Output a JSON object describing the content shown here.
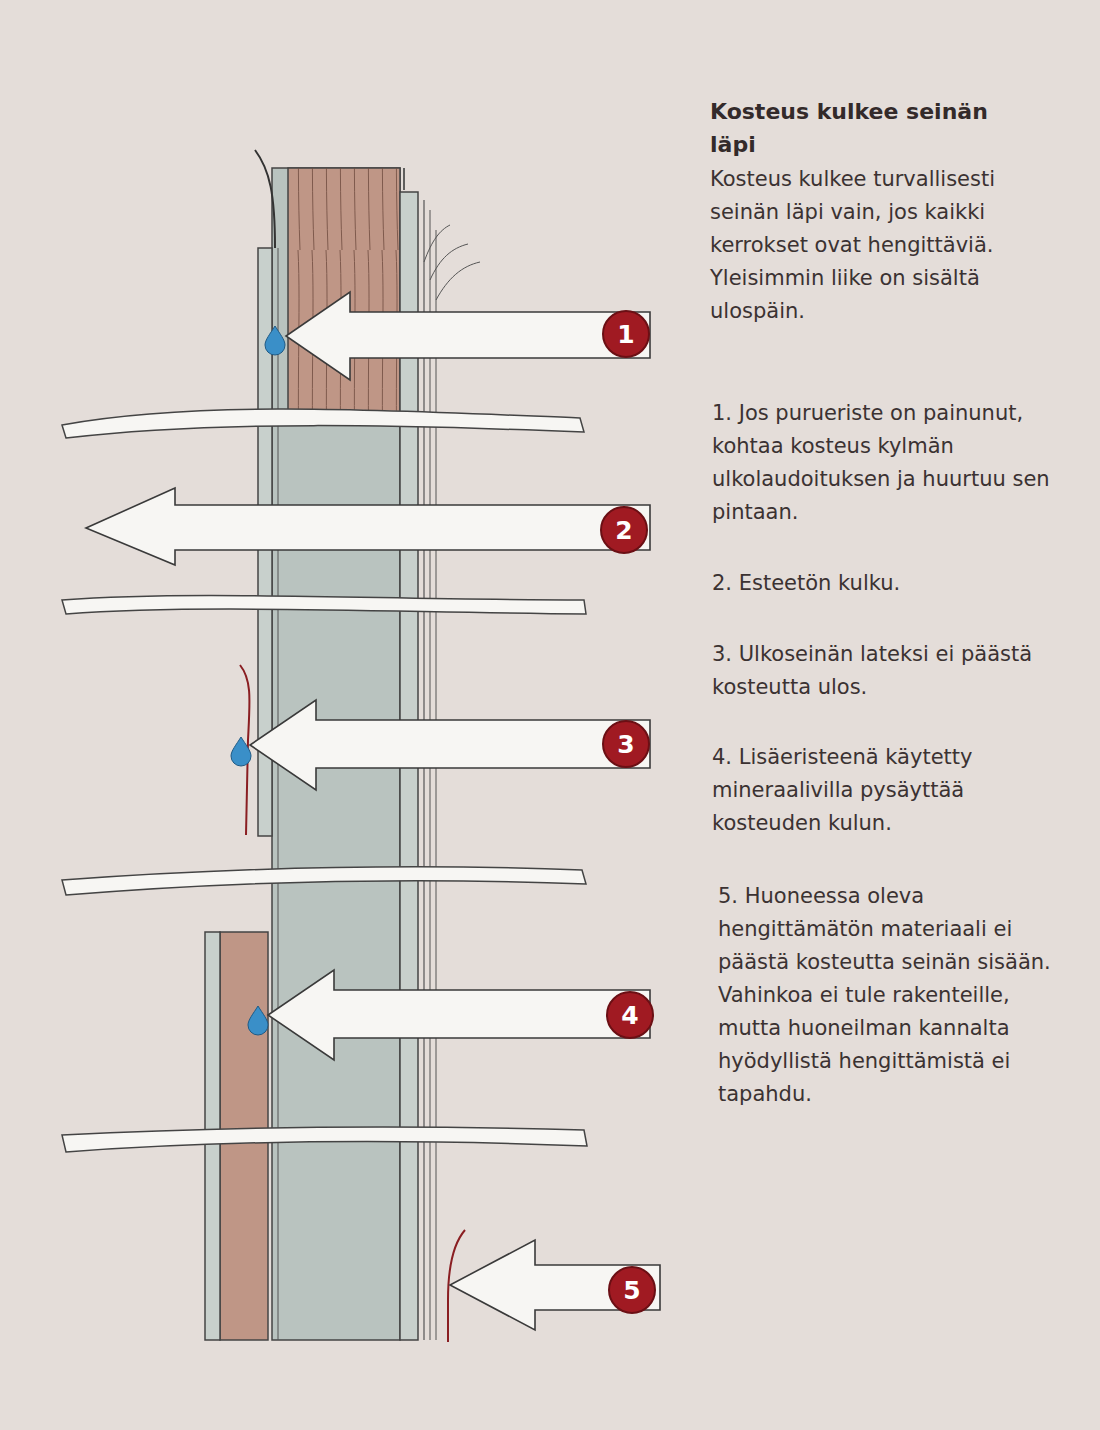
{
  "diagram": {
    "title": "Kosteus kulkee seinän läpi",
    "nodes": [
      {
        "text": [
          "1"
        ]
      },
      {
        "text": [
          "2"
        ]
      },
      {
        "text": [
          "3"
        ]
      },
      {
        "text": [
          "4"
        ]
      },
      {
        "text": [
          "5"
        ]
      }
    ],
    "labels": [
      "Kosteus kulkee turvallisesti seinän läpi vain, jos kaikki kerrokset ovat hengittäviä. Yleisimmin liike on sisältä ulospäin.",
      "1. Jos purueriste on painunut, kohtaa kosteus kylmän ulkolaudoituksen ja huurtuu sen pintaan.",
      "2. Esteetön kulku.",
      "3. Ulkoseinän lateksi ei päästä kosteutta ulos.",
      "4. Lisäeristeenä käytetty mineraalivilla pysäyttää kosteuden kulun.",
      "5. Huoneessa oleva hengittämätön materiaali ei päästä kosteutta seinän sisään. Vahinkoa ei tule rakenteille, mutta huoneilman kannalta hyödyllistä hengittämistä ei tapahdu."
    ]
  }
}
